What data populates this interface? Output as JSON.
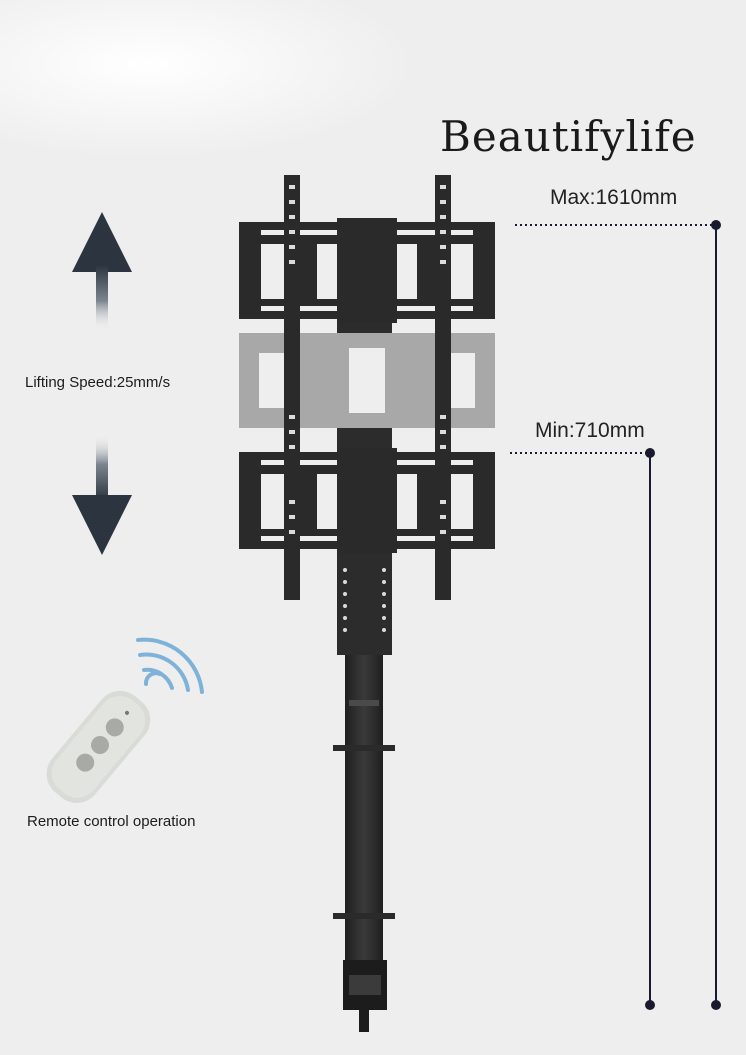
{
  "brand": {
    "name": "Beautifylife"
  },
  "heights": {
    "max_label": "Max:1610mm",
    "min_label": "Min:710mm"
  },
  "speed": {
    "label": "Lifting Speed:25mm/s"
  },
  "remote": {
    "label": "Remote control operation"
  },
  "colors": {
    "background": "#eeeeee",
    "bracket": "#2a2a2a",
    "bracket_ghost": "#a6a6a6",
    "arrow_dark": "#2c3440",
    "dimension_line": "#1a1a2e",
    "remote_body": "#d9dcd6",
    "signal": "#7fb2d8"
  },
  "icons": [
    "arrow-up-icon",
    "arrow-down-icon",
    "remote-control-icon",
    "signal-waves-icon"
  ]
}
